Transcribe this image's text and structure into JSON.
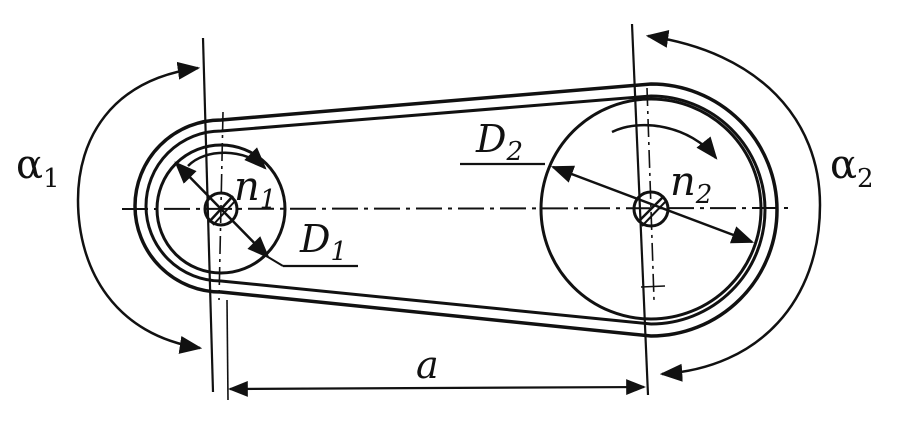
{
  "labels": {
    "alpha1": "α",
    "alpha1_sub": "1",
    "alpha2": "α",
    "alpha2_sub": "2",
    "n1": "n",
    "n1_sub": "1",
    "n2": "n",
    "n2_sub": "2",
    "d1": "D",
    "d1_sub": "1",
    "d2": "D",
    "d2_sub": "2",
    "a": "a"
  },
  "colors": {
    "ink": "#111111",
    "background": "#ffffff"
  }
}
